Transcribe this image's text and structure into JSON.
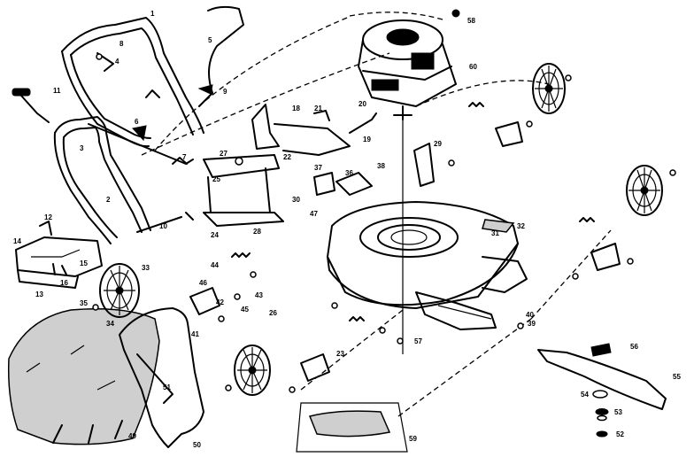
{
  "callouts": [
    {
      "id": "c1",
      "text": "1"
    },
    {
      "id": "c2",
      "text": "2"
    },
    {
      "id": "c3",
      "text": "3"
    },
    {
      "id": "c4",
      "text": "4"
    },
    {
      "id": "c5",
      "text": "5"
    },
    {
      "id": "c6",
      "text": "6"
    },
    {
      "id": "c7",
      "text": "7"
    },
    {
      "id": "c8",
      "text": "8"
    },
    {
      "id": "c9",
      "text": "9"
    },
    {
      "id": "c10",
      "text": "10"
    },
    {
      "id": "c11",
      "text": "11"
    },
    {
      "id": "c12",
      "text": "12"
    },
    {
      "id": "c13",
      "text": "13"
    },
    {
      "id": "c14",
      "text": "14"
    },
    {
      "id": "c15",
      "text": "15"
    },
    {
      "id": "c16",
      "text": "16"
    },
    {
      "id": "c18",
      "text": "18"
    },
    {
      "id": "c19",
      "text": "19"
    },
    {
      "id": "c20",
      "text": "20"
    },
    {
      "id": "c21",
      "text": "21"
    },
    {
      "id": "c22",
      "text": "22"
    },
    {
      "id": "c23",
      "text": "23"
    },
    {
      "id": "c24",
      "text": "24"
    },
    {
      "id": "c25",
      "text": "25"
    },
    {
      "id": "c26",
      "text": "26"
    },
    {
      "id": "c27",
      "text": "27"
    },
    {
      "id": "c28",
      "text": "28"
    },
    {
      "id": "c29",
      "text": "29"
    },
    {
      "id": "c30",
      "text": "30"
    },
    {
      "id": "c31",
      "text": "31"
    },
    {
      "id": "c32",
      "text": "32"
    },
    {
      "id": "c33",
      "text": "33"
    },
    {
      "id": "c34",
      "text": "34"
    },
    {
      "id": "c35",
      "text": "35"
    },
    {
      "id": "c36",
      "text": "36"
    },
    {
      "id": "c37",
      "text": "37"
    },
    {
      "id": "c38",
      "text": "38"
    },
    {
      "id": "c39",
      "text": "39"
    },
    {
      "id": "c40",
      "text": "40"
    },
    {
      "id": "c41",
      "text": "41"
    },
    {
      "id": "c42",
      "text": "42"
    },
    {
      "id": "c43",
      "text": "43"
    },
    {
      "id": "c44",
      "text": "44"
    },
    {
      "id": "c45",
      "text": "45"
    },
    {
      "id": "c46",
      "text": "46"
    },
    {
      "id": "c47",
      "text": "47"
    },
    {
      "id": "c49",
      "text": "49"
    },
    {
      "id": "c50",
      "text": "50"
    },
    {
      "id": "c51",
      "text": "51"
    },
    {
      "id": "c52",
      "text": "52"
    },
    {
      "id": "c53",
      "text": "53"
    },
    {
      "id": "c54",
      "text": "54"
    },
    {
      "id": "c55",
      "text": "55"
    },
    {
      "id": "c56",
      "text": "56"
    },
    {
      "id": "c57",
      "text": "57"
    },
    {
      "id": "c58",
      "text": "58"
    },
    {
      "id": "c59",
      "text": "59"
    },
    {
      "id": "c60",
      "text": "60"
    }
  ]
}
